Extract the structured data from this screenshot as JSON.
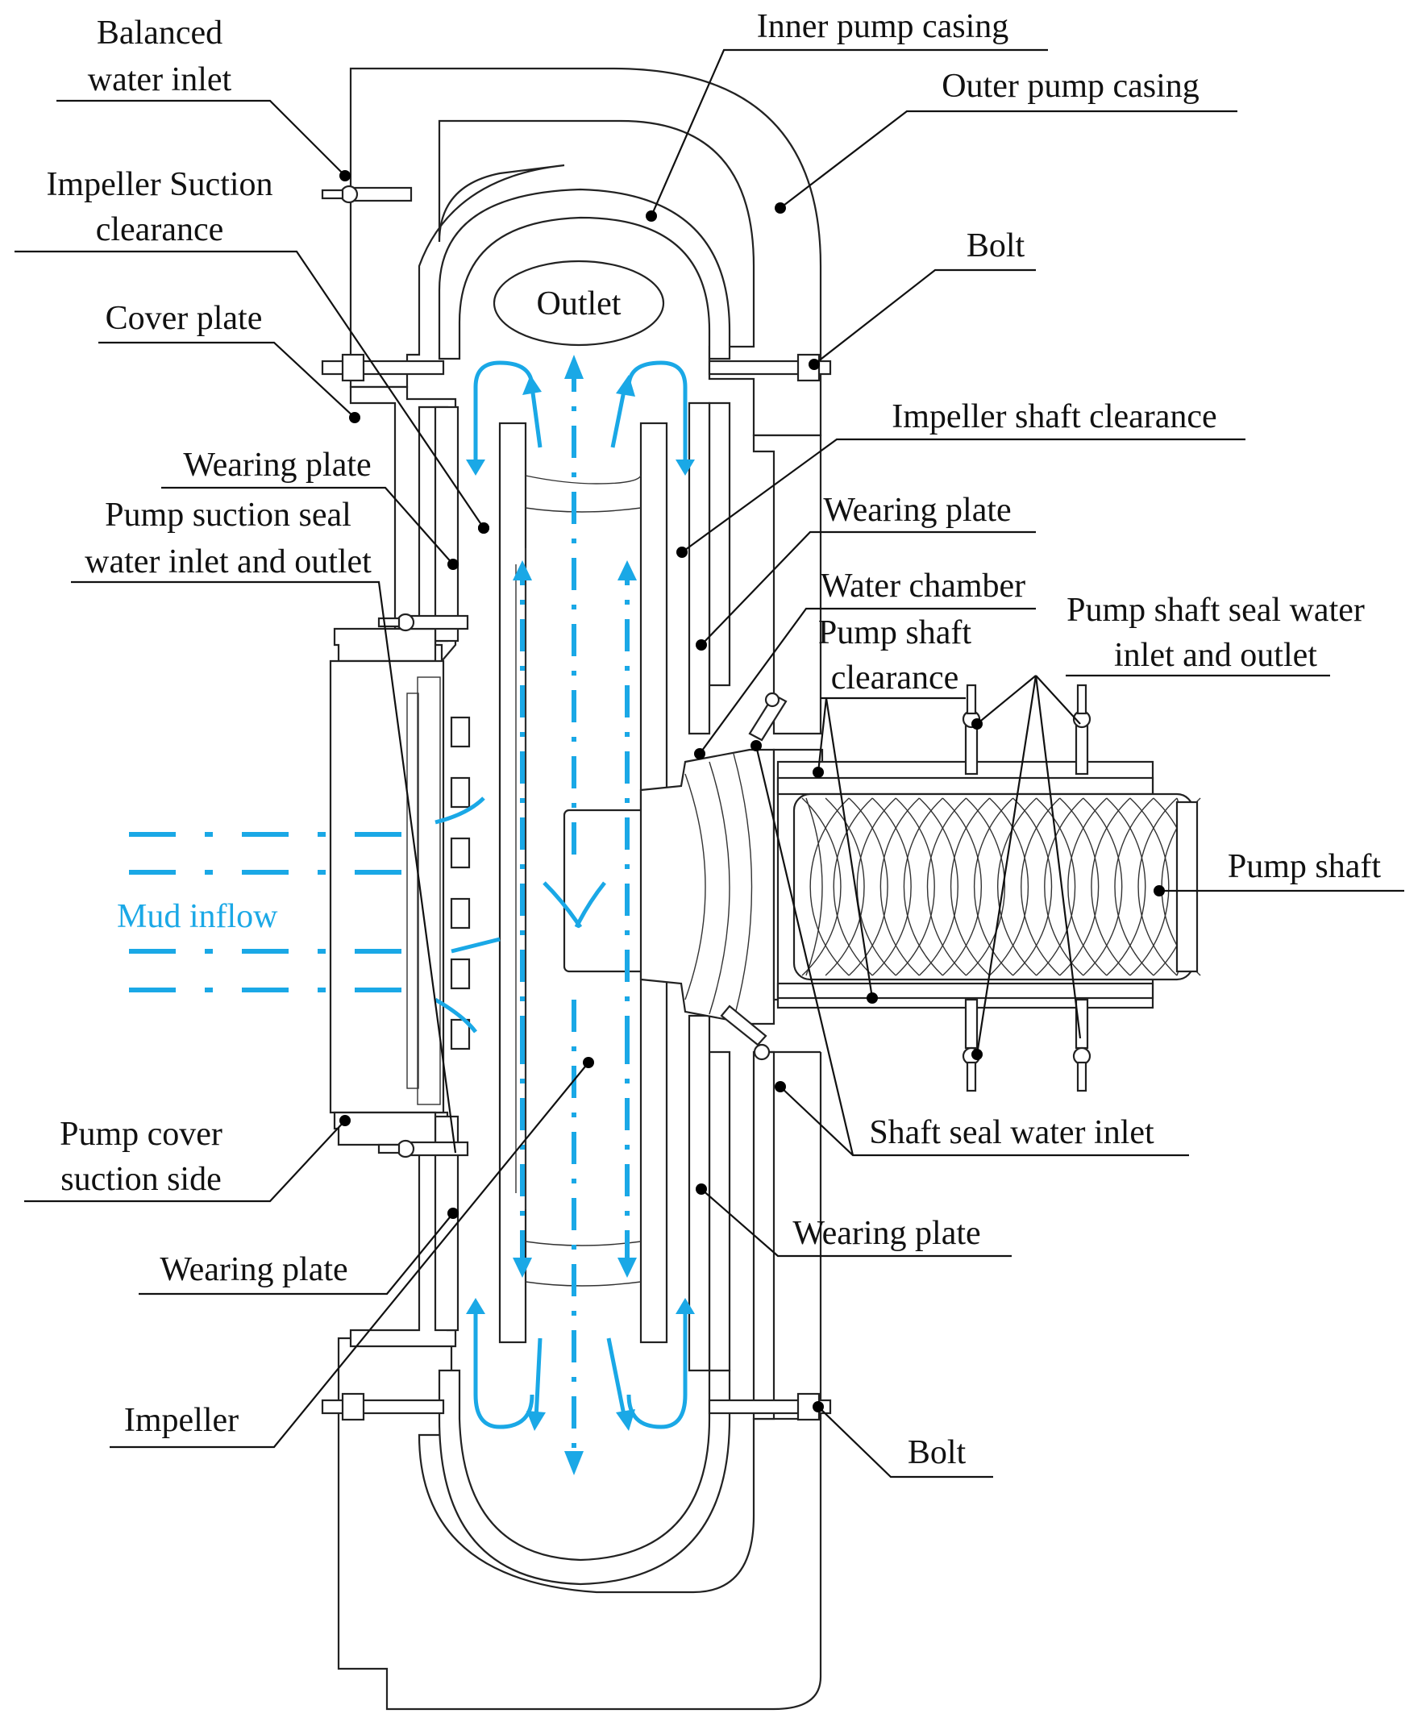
{
  "labels": {
    "balanced_water_inlet": [
      "Balanced",
      "water inlet"
    ],
    "impeller_suction_clearance": [
      "Impeller Suction",
      "clearance"
    ],
    "cover_plate": "Cover plate",
    "wearing_plate_upper_left": "Wearing plate",
    "pump_suction_seal": [
      "Pump suction seal",
      "water inlet and outlet"
    ],
    "mud_inflow": "Mud inflow",
    "pump_cover_suction_side": [
      "Pump cover",
      "suction side"
    ],
    "wearing_plate_lower_left": "Wearing plate",
    "impeller": "Impeller",
    "inner_pump_casing": "Inner pump casing",
    "outer_pump_casing": "Outer pump casing",
    "bolt_upper": "Bolt",
    "outlet": "Outlet",
    "impeller_shaft_clearance": "Impeller shaft clearance",
    "wearing_plate_upper_right": "Wearing plate",
    "water_chamber": "Water chamber",
    "pump_shaft_clearance": [
      "Pump shaft",
      "clearance"
    ],
    "pump_shaft_seal": [
      "Pump shaft seal water",
      "inlet and outlet"
    ],
    "pump_shaft": "Pump shaft",
    "shaft_seal_water_inlet": "Shaft seal water inlet",
    "wearing_plate_lower_right": "Wearing plate",
    "bolt_lower": "Bolt"
  },
  "colors": {
    "flow": "#1aa8e6",
    "line": "#222222",
    "text": "#111111"
  }
}
